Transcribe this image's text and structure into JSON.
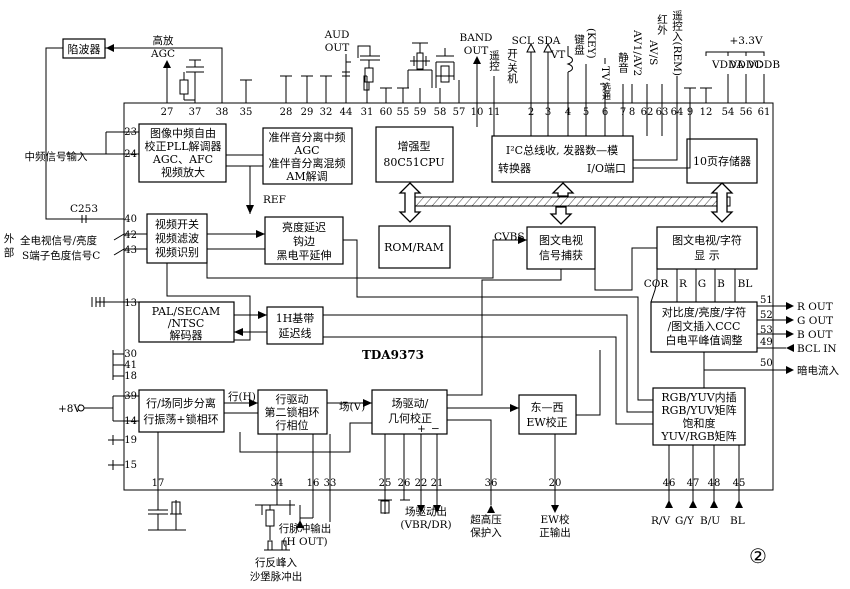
{
  "chip_label": "TDA9373",
  "figure_number": "②",
  "blocks": {
    "if_pll": [
      "图像中频自由",
      "校正PLL解调器",
      "AGC、AFC",
      "视频放大"
    ],
    "snd_if": [
      "准伴音分离中频",
      "AGC",
      "准伴音分离混频",
      "AM解调"
    ],
    "cpu": [
      "增强型",
      "80C51CPU"
    ],
    "i2c": [
      "I²C总线收, 发器数—模",
      "转换器",
      "I/O端口"
    ],
    "mem10": [
      "10页存储器"
    ],
    "video_sw": [
      "视频开关",
      "视频滤波",
      "视频识别"
    ],
    "luma": [
      "亮度延迟",
      "钩边",
      "黑电平延伸"
    ],
    "rom": [
      "ROM/RAM"
    ],
    "tt_capture": [
      "图文电视",
      "信号捕获"
    ],
    "tt_display": [
      "图文电视/字符",
      "显  示"
    ],
    "decoder": [
      "PAL/SECAM",
      "/NTSC",
      "解码器"
    ],
    "delay": [
      "1H基带",
      "延迟线"
    ],
    "contrast": [
      "对比度/亮度/字符",
      "/图文插入CCC",
      "白电平峰值调整"
    ],
    "sync": [
      "行/场同步分离",
      "行振荡+锁相环"
    ],
    "hdrive": [
      "行驱动",
      "第二锁相环",
      "行相位"
    ],
    "vdrive": [
      "场驱动/",
      "几何校正"
    ],
    "ew": [
      "东—西",
      "EW校正"
    ],
    "matrix": [
      "RGB/YUV内插",
      "RGB/YUV矩阵",
      "饱和度",
      "YUV/RGB矩阵"
    ]
  },
  "labels": {
    "trap": "陷波器",
    "agc_hi": [
      "高放",
      "AGC"
    ],
    "aud_out": [
      "AUD",
      "OUT"
    ],
    "band_out": [
      "BAND",
      "OUT"
    ],
    "scl_sda": "SCL SDA",
    "vt": "VT",
    "vcc": "+3.3V",
    "vdd_a": "VDDA",
    "vdd_c": "VDDC",
    "vdd_b": "VDDB",
    "if_in": "中频信号输入",
    "c253": "C253",
    "ext_in_1": "全电视信号/亮度",
    "ext_in_2": "S端子色度信号C",
    "ext_side": [
      "外",
      "部"
    ],
    "ref": "REF",
    "cvbs": "CVBS",
    "cor": "COR",
    "rgb_bl": [
      "R",
      "G",
      "B",
      "BL"
    ],
    "r_out": "R OUT",
    "g_out": "G OUT",
    "b_out": "B OUT",
    "bcl_in": "BCL IN",
    "dark_curr": "暗电流入",
    "plus8v": "+8V",
    "h_fb": "行(H)",
    "v_fb": "场(V)",
    "plus": "+",
    "minus": "−",
    "h_out": [
      "行脉冲输出",
      "(H OUT)"
    ],
    "h_fly": [
      "行反峰入",
      "沙堡脉冲出"
    ],
    "v_out": [
      "场驱动出",
      "(VBR/DR)"
    ],
    "eht": [
      "超高压",
      "保护入"
    ],
    "ew_out": [
      "EW校",
      "正输出"
    ],
    "rgb_in": [
      "R/V",
      "G/Y",
      "B/U",
      "BL"
    ],
    "vert_tags": [
      "遥控",
      "开/关机",
      "键盘",
      "(KEY)",
      "TV",
      "选通",
      "静音",
      "AV1/AV2",
      "AV/S",
      "红外",
      "遥控入(REM)"
    ]
  },
  "pins": {
    "top": [
      "27",
      "37",
      "38",
      "35",
      "28",
      "29",
      "32",
      "44",
      "31",
      "60",
      "55",
      "59",
      "58",
      "57",
      "10",
      "11",
      "2",
      "3",
      "4",
      "5",
      "6",
      "7",
      "8",
      "62",
      "63",
      "64",
      "9",
      "12",
      "54",
      "56",
      "61"
    ],
    "left": [
      "23",
      "24",
      "40",
      "42",
      "43",
      "13",
      "30",
      "41",
      "18",
      "39",
      "14",
      "19",
      "15"
    ],
    "bottom": [
      "17",
      "34",
      "16",
      "33",
      "25",
      "26",
      "22",
      "21",
      "36",
      "20",
      "46",
      "47",
      "48",
      "45"
    ],
    "right": [
      "51",
      "52",
      "53",
      "49",
      "50"
    ]
  }
}
